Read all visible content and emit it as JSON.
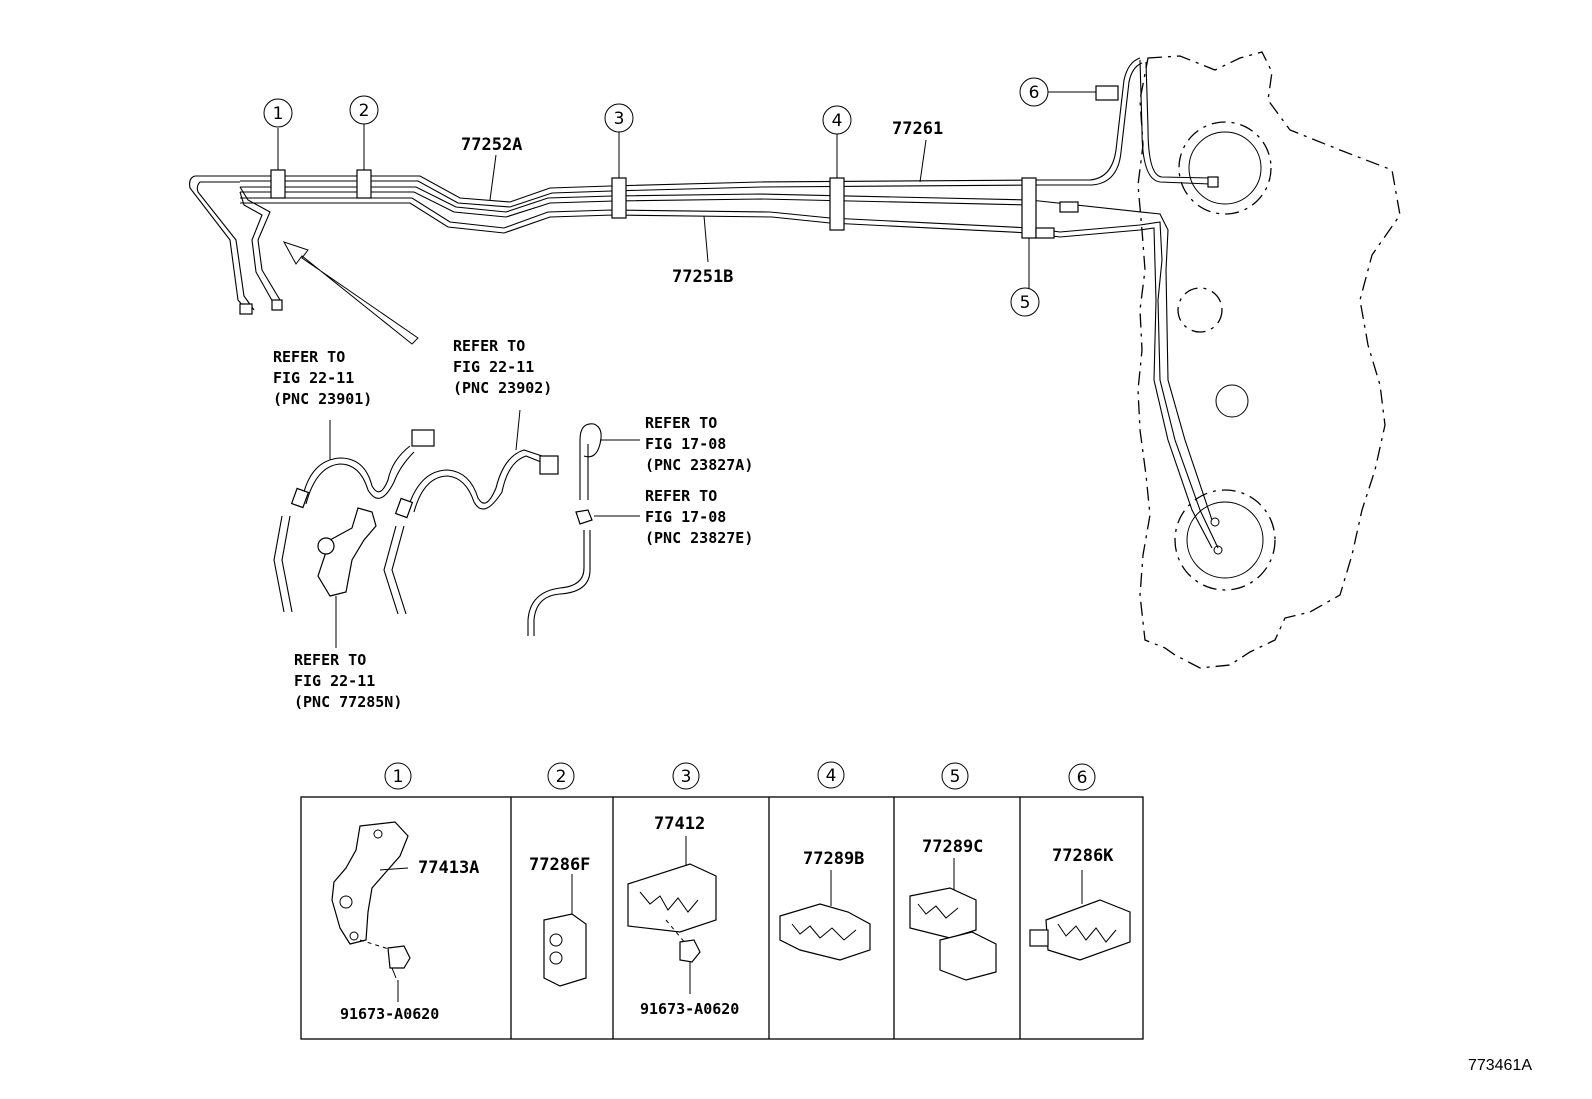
{
  "callouts": {
    "c1": "①",
    "c2": "②",
    "c3": "③",
    "c4": "④",
    "c5": "⑤",
    "c6": "⑥"
  },
  "main_parts": {
    "p77252A": "77252A",
    "p77261": "77261",
    "p77251B": "77251B"
  },
  "refs": {
    "r1": {
      "l1": "REFER TO",
      "l2": "FIG 22-11",
      "l3": "(PNC 23901)"
    },
    "r2": {
      "l1": "REFER TO",
      "l2": "FIG 22-11",
      "l3": "(PNC 23902)"
    },
    "r3": {
      "l1": "REFER TO",
      "l2": "FIG 17-08",
      "l3": "(PNC 23827A)"
    },
    "r4": {
      "l1": "REFER TO",
      "l2": "FIG 17-08",
      "l3": "(PNC 23827E)"
    },
    "r5": {
      "l1": "REFER TO",
      "l2": "FIG 22-11",
      "l3": "(PNC 77285N)"
    }
  },
  "detail_boxes": {
    "b1": {
      "part": "77413A",
      "bolt": "91673-A0620"
    },
    "b2": {
      "part": "77286F"
    },
    "b3": {
      "part": "77412",
      "bolt": "91673-A0620"
    },
    "b4": {
      "part": "77289B"
    },
    "b5": {
      "part": "77289C"
    },
    "b6": {
      "part": "77286K"
    }
  },
  "figure_id": "773461A"
}
